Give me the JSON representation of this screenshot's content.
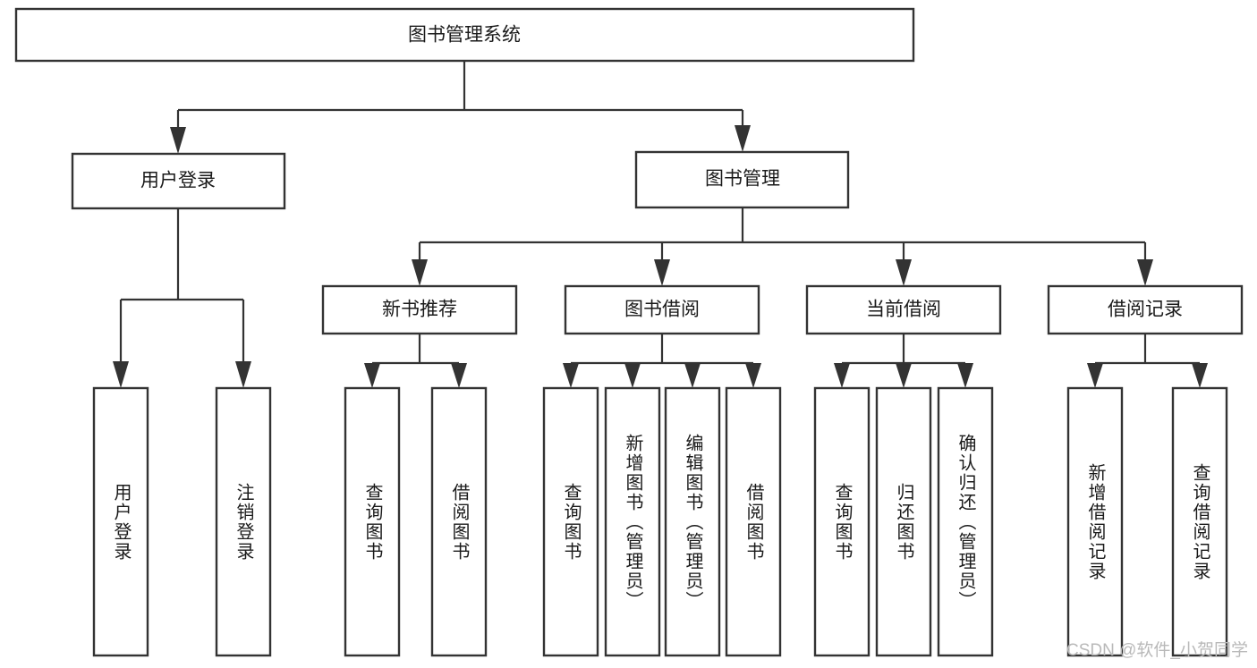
{
  "diagram": {
    "title": "图书管理系统",
    "type": "tree-hierarchy-chart",
    "colors": {
      "box_fill": "#ffffff",
      "box_stroke": "#333333",
      "text": "#1a1a1a",
      "background": "#ffffff",
      "watermark": "#b9b9b9"
    },
    "nodes": {
      "root": {
        "label": "图书管理系统"
      },
      "level1": [
        {
          "label": "用户登录"
        },
        {
          "label": "图书管理"
        }
      ],
      "level2": [
        {
          "label": "新书推荐"
        },
        {
          "label": "图书借阅"
        },
        {
          "label": "当前借阅"
        },
        {
          "label": "借阅记录"
        }
      ],
      "leaves_user_login": [
        {
          "label": "用户登录"
        },
        {
          "label": "注销登录"
        }
      ],
      "leaves_new_book": [
        {
          "label": "查询图书"
        },
        {
          "label": "借阅图书"
        }
      ],
      "leaves_borrow": [
        {
          "label": "查询图书"
        },
        {
          "label": "新增图书（管理员）"
        },
        {
          "label": "编辑图书（管理员）"
        },
        {
          "label": "借阅图书"
        }
      ],
      "leaves_current": [
        {
          "label": "查询图书"
        },
        {
          "label": "归还图书"
        },
        {
          "label": "确认归还（管理员）"
        }
      ],
      "leaves_records": [
        {
          "label": "新增借阅记录"
        },
        {
          "label": "查询借阅记录"
        }
      ]
    }
  },
  "watermark": {
    "text": "CSDN @软件_小贺同学"
  }
}
